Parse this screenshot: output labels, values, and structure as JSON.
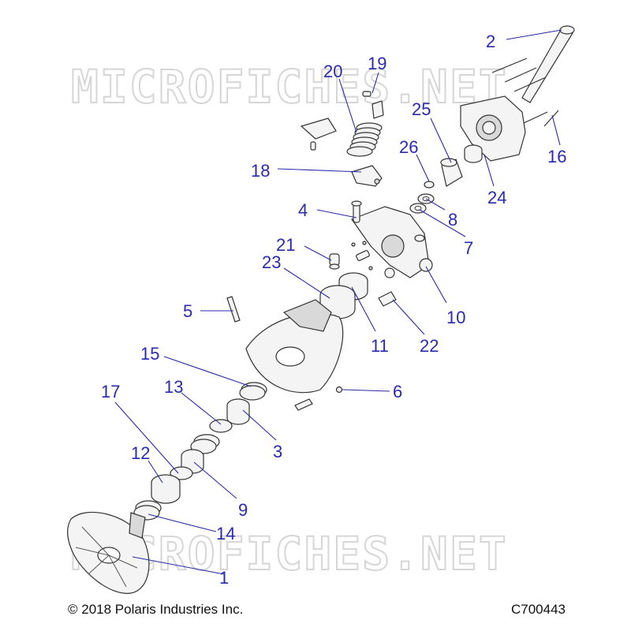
{
  "watermark": "MICROFICHES.NET",
  "footer": {
    "copyright": "© 2018 Polaris Industries Inc.",
    "drawing_code": "C700443"
  },
  "callouts": [
    "1",
    "2",
    "3",
    "4",
    "5",
    "6",
    "7",
    "8",
    "9",
    "10",
    "11",
    "12",
    "13",
    "14",
    "15",
    "16",
    "17",
    "18",
    "19",
    "20",
    "21",
    "22",
    "23",
    "24",
    "25",
    "26"
  ]
}
